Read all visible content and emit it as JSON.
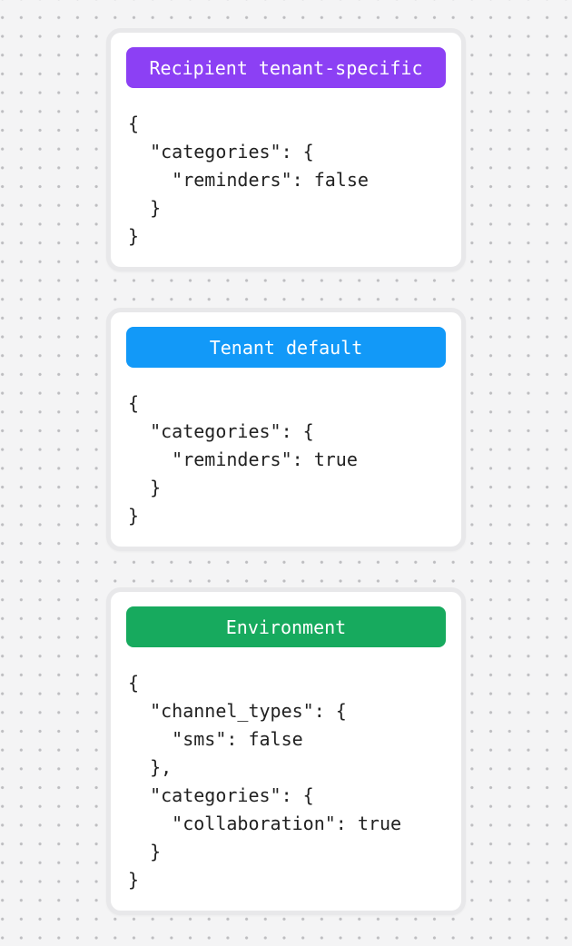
{
  "canvas": {
    "background_color": "#f4f4f5",
    "dot_color": "#bdbdc0",
    "card_border_color": "#e8e8ea"
  },
  "cards": [
    {
      "badge": {
        "label": "Recipient tenant-specific",
        "color": "#8c40f4",
        "text_color": "#ffffff"
      },
      "code_lines": [
        "{",
        "  \"categories\": {",
        "    \"reminders\": false",
        "  }",
        "}"
      ]
    },
    {
      "badge": {
        "label": "Tenant default",
        "color": "#1299f8",
        "text_color": "#ffffff"
      },
      "code_lines": [
        "{",
        "  \"categories\": {",
        "    \"reminders\": true",
        "  }",
        "}"
      ]
    },
    {
      "badge": {
        "label": "Environment",
        "color": "#17aa5e",
        "text_color": "#ffffff"
      },
      "code_lines": [
        "{",
        "  \"channel_types\": {",
        "    \"sms\": false",
        "  },",
        "  \"categories\": {",
        "    \"collaboration\": true",
        "  }",
        "}"
      ]
    }
  ]
}
